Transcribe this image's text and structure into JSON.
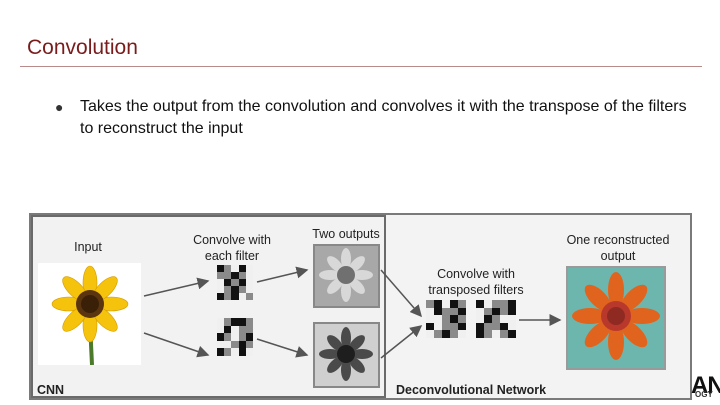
{
  "slide": {
    "title": "Convolution",
    "bullet": "Takes the output from the convolution and convolves it with the transpose of the filters to reconstruct the input"
  },
  "figure": {
    "input_label": "Input",
    "convolve_label": "Convolve with each filter",
    "two_outputs_label": "Two outputs",
    "convolve_transposed_label": "Convolve with transposed filters",
    "reconstructed_label": "One reconstructed output",
    "cnn_label": "CNN",
    "deconv_label": "Deconvolutional Network"
  },
  "logo": {
    "main": "AN",
    "sub": "OGY"
  },
  "colors": {
    "title": "#7a1c1c",
    "rule": "#b98a8a",
    "frame": "#7a7a7a",
    "panel": "#f2f2f2",
    "arrow": "#555555"
  },
  "icons": {
    "bullet": "filled-circle"
  }
}
